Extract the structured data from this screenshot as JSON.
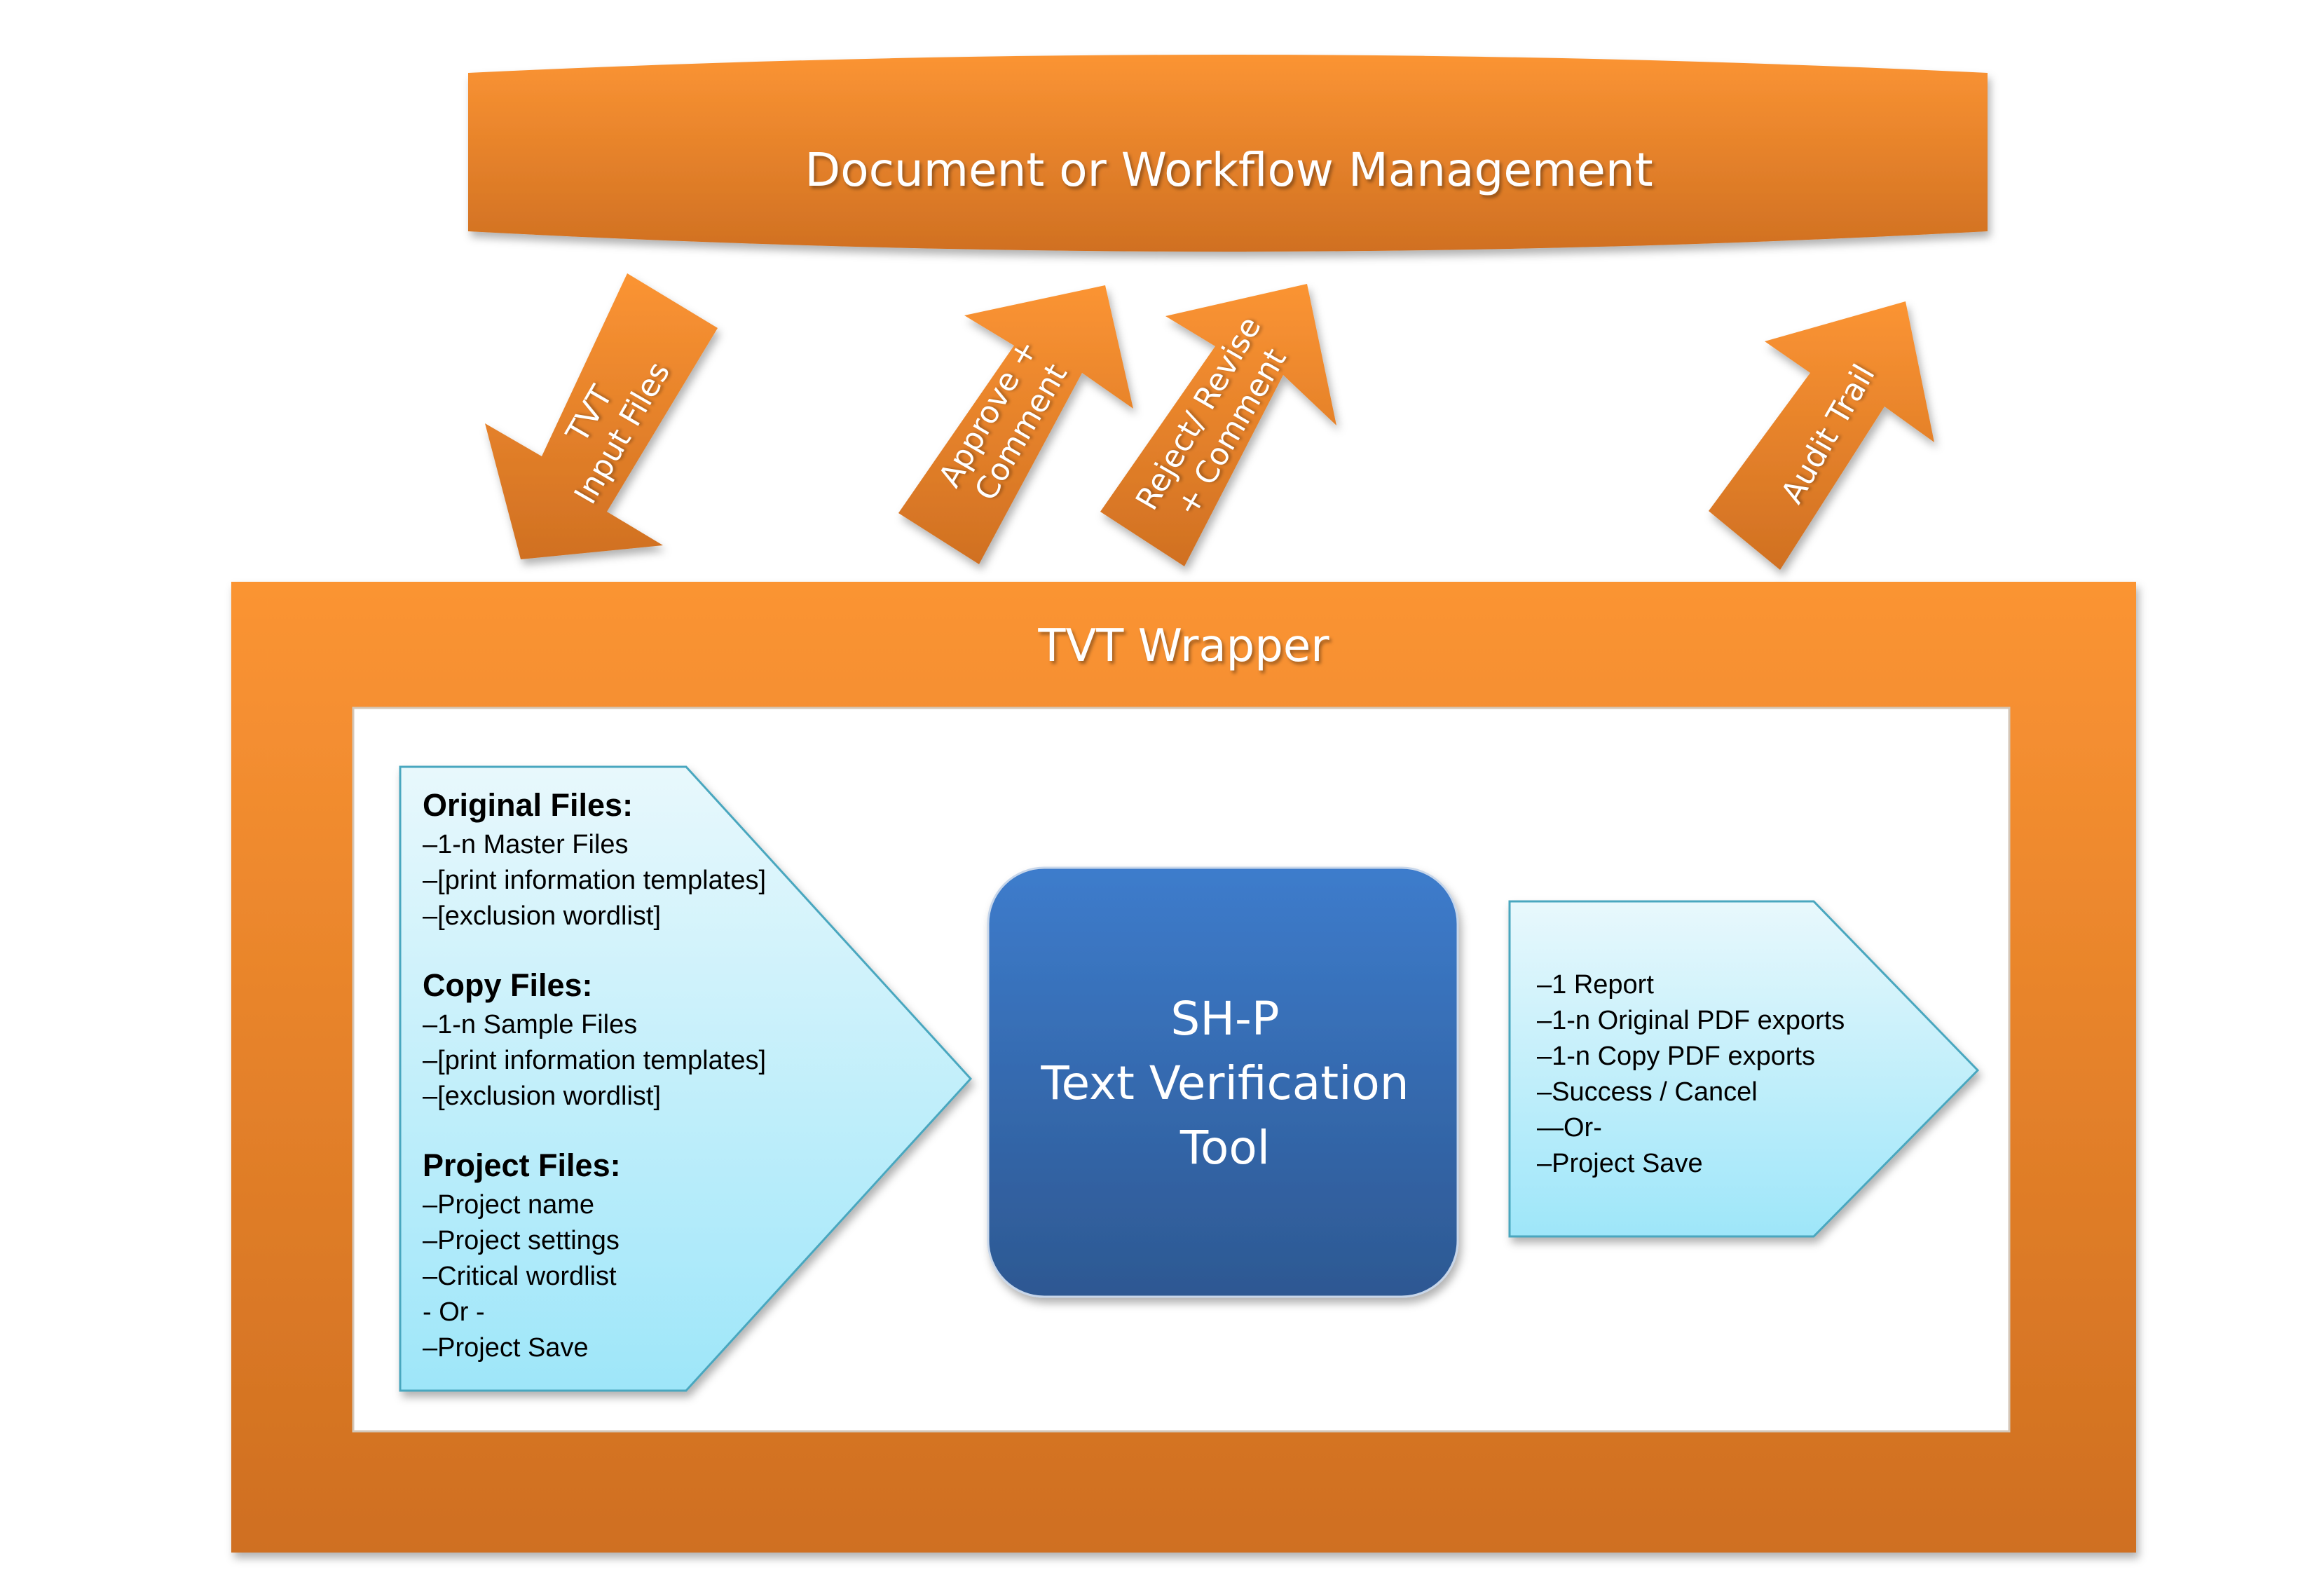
{
  "top_system": {
    "title": "Document or Workflow Management"
  },
  "arrows": {
    "tvt_input_files": {
      "line1": "TVT",
      "line2": "Input Files"
    },
    "approve": {
      "line1": "Approve +",
      "line2": "Comment"
    },
    "reject": {
      "line1": "Reject/ Revise",
      "line2": "+ Comment"
    },
    "audit_trail": {
      "line1": "Audit Trail"
    }
  },
  "wrapper": {
    "title": "TVT Wrapper"
  },
  "inputs": {
    "groups": [
      {
        "heading": "Original Files:",
        "items": [
          "–1-n Master Files",
          "–[print information templates]",
          "–[exclusion wordlist]"
        ]
      },
      {
        "heading": "Copy Files:",
        "items": [
          "–1-n Sample Files",
          "–[print information templates]",
          "–[exclusion wordlist]"
        ]
      },
      {
        "heading": "Project Files:",
        "items": [
          "–Project name",
          "–Project settings",
          "–Critical wordlist",
          "- Or -",
          "–Project Save"
        ]
      }
    ]
  },
  "tool": {
    "line1": "SH-P",
    "line2": "Text Verification",
    "line3": "Tool"
  },
  "outputs": {
    "items": [
      "–1 Report",
      "–1-n Original PDF exports",
      "–1-n Copy PDF exports",
      "–Success / Cancel",
      "—Or-",
      "–Project Save"
    ]
  },
  "colors": {
    "orange_light": "#fb9433",
    "orange_dark": "#d07022",
    "blue_light": "#3d7ccc",
    "blue_dark": "#2e5a96",
    "cyan_light": "#e6f7fc",
    "cyan_dark": "#9fe6f9",
    "cyan_border": "#4aa7bf"
  }
}
